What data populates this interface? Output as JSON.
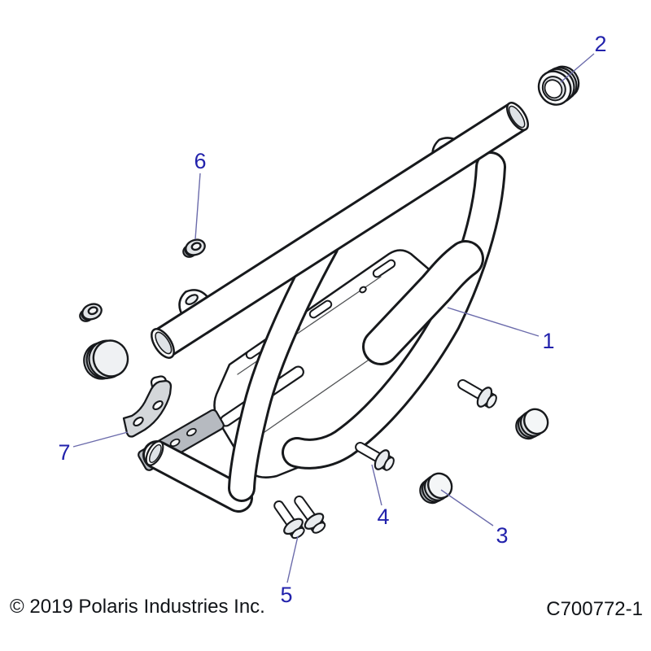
{
  "document": {
    "kind": "exploded-parts-diagram",
    "subject": "front-bumper-assembly"
  },
  "footer": {
    "copyright": "© 2019 Polaris Industries Inc.",
    "drawing_number": "C700772-1"
  },
  "colors": {
    "background": "#ffffff",
    "line_art": "#17191c",
    "callout_text": "#2222ac",
    "leader_line": "#6b6bab",
    "metal_gray": "#c9cdd1"
  },
  "callouts": [
    {
      "label": "1",
      "points_to": "bumper-weldment"
    },
    {
      "label": "2",
      "points_to": "threaded-tube-plug"
    },
    {
      "label": "3",
      "points_to": "round-plug"
    },
    {
      "label": "4",
      "points_to": "flange-bolt"
    },
    {
      "label": "5",
      "points_to": "flange-bolt-pair"
    },
    {
      "label": "6",
      "points_to": "grommet"
    },
    {
      "label": "7",
      "points_to": "mount-bracket"
    }
  ]
}
